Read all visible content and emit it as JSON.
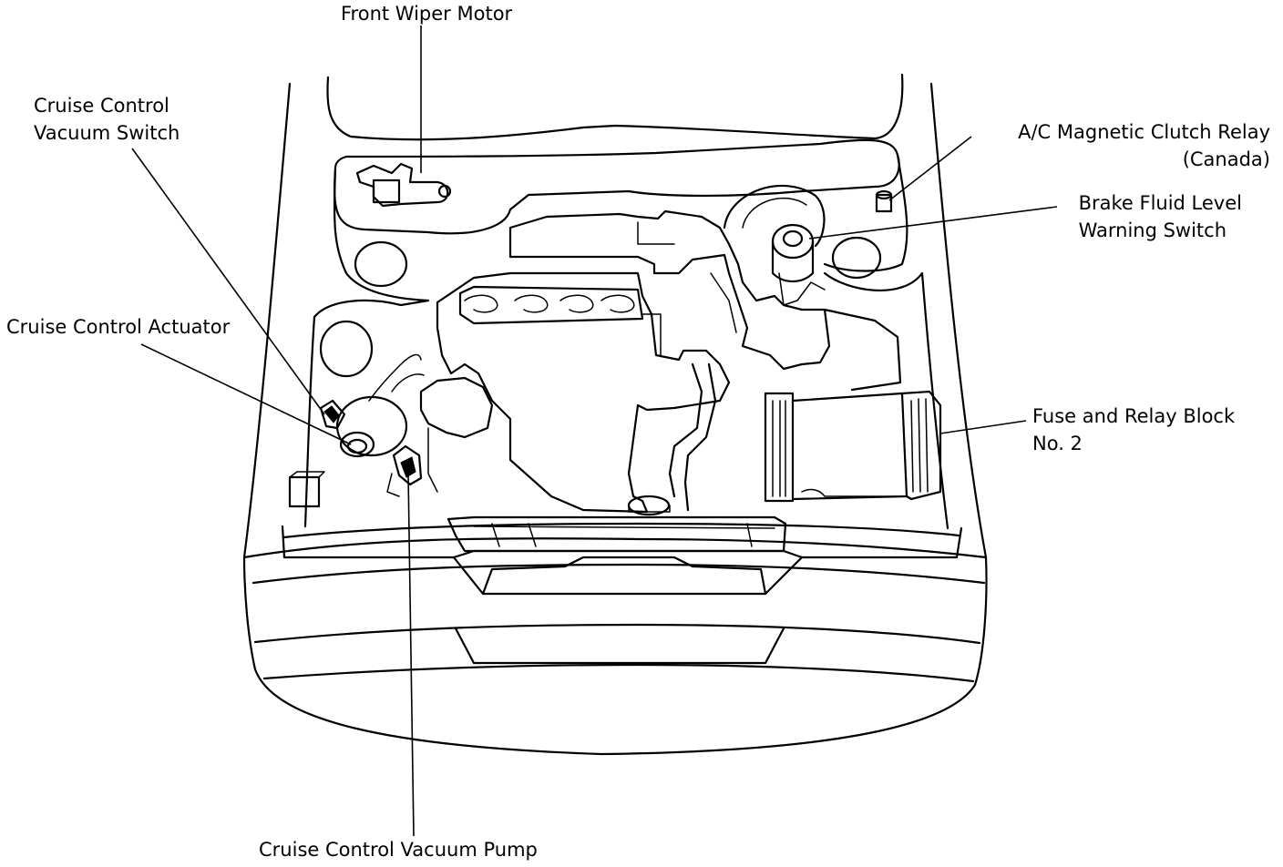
{
  "labels": {
    "front_wiper_motor": "Front Wiper Motor",
    "cruise_vacuum_switch": [
      "Cruise Control",
      "Vacuum Switch"
    ],
    "cruise_actuator": "Cruise Control Actuator",
    "cruise_vacuum_pump": "Cruise Control Vacuum Pump",
    "ac_magnetic_clutch_relay": [
      "A/C Magnetic Clutch Relay",
      "(Canada)"
    ],
    "brake_fluid_level_switch": [
      "Brake Fluid Level",
      "Warning Switch"
    ],
    "fuse_relay_block": [
      "Fuse and Relay Block",
      "No. 2"
    ]
  }
}
